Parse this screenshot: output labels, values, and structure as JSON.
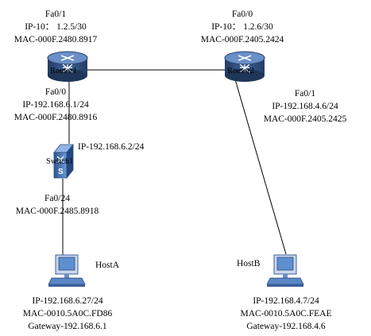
{
  "router1": {
    "name": "Router1",
    "fa01": {
      "port": "Fa0/1",
      "ip": "IP-10： 1.2.5/30",
      "mac": "MAC-000F.2480.8917"
    },
    "fa00": {
      "port": "Fa0/0",
      "ip": "IP-192.168.6.1/24",
      "mac": "MAC-000F.2480.8916"
    }
  },
  "router2": {
    "name": "Router2",
    "fa00": {
      "port": "Fa0/0",
      "ip": "IP-10： 1.2.6/30",
      "mac": "MAC-000F.2405.2424"
    },
    "fa01": {
      "port": "Fa0/1",
      "ip": "IP-192.168.4.6/24",
      "mac": "MAC-000F.2405.2425"
    }
  },
  "switch1": {
    "name": "Switch1",
    "ip": "IP-192.168.6.2/24",
    "fa024": {
      "port": "Fa0/24",
      "mac": "MAC-000F.2485.8918"
    }
  },
  "hostA": {
    "name": "HostA",
    "ip": "IP-192.168.6.27/24",
    "mac": "MAC-0010.5A0C.FD86",
    "gateway": "Gateway-192.168.6.1"
  },
  "hostB": {
    "name": "HostB",
    "ip": "IP-192.168.4.7/24",
    "mac": "MAC-0010.5A0C.FEAE",
    "gateway": "Gateway-192.168.4.6"
  },
  "colors": {
    "router_body": "#2f4f7f",
    "router_top": "#5a7fb8",
    "switch_body": "#3f6fb0",
    "host_screen": "#6a9ad8",
    "link": "#000000"
  }
}
